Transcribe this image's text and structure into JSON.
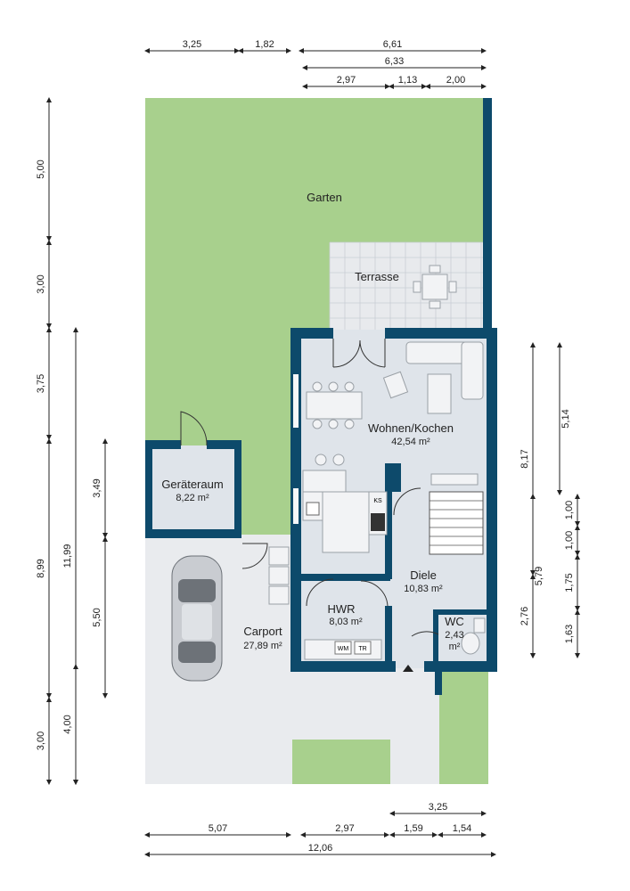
{
  "rooms": {
    "garten": {
      "label": "Garten"
    },
    "terrasse": {
      "label": "Terrasse"
    },
    "wohnen": {
      "label": "Wohnen/Kochen",
      "area": "42,54 m²"
    },
    "geraeteraum": {
      "label": "Geräteraum",
      "area": "8,22 m²"
    },
    "carport": {
      "label": "Carport",
      "area": "27,89 m²"
    },
    "hwr": {
      "label": "HWR",
      "area": "8,03  m²"
    },
    "diele": {
      "label": "Diele",
      "area": "10,83 m²"
    },
    "wc": {
      "label": "WC",
      "area": "2,43",
      "area_unit": "m²"
    }
  },
  "appliances": {
    "ks": "KS",
    "wm": "WM",
    "tr": "TR"
  },
  "dimensions": {
    "top": [
      "3,25",
      "1,82",
      "6,61",
      "6,33",
      "2,97",
      "1,13",
      "2,00"
    ],
    "left": [
      "5,00",
      "3,00",
      "3,75",
      "11,99",
      "8,99",
      "3,49",
      "5,50",
      "4,00",
      "3,00"
    ],
    "right": [
      "8,17",
      "5,14",
      "1,00",
      "1,00",
      "5,79",
      "1,75",
      "2,76",
      "1,63"
    ],
    "bottom": [
      "3,25",
      "5,07",
      "2,97",
      "1,59",
      "1,54",
      "12,06"
    ]
  },
  "colors": {
    "wall": "#0d4a6b",
    "garden": "#a8d08d",
    "floor": "#dfe4ea"
  }
}
